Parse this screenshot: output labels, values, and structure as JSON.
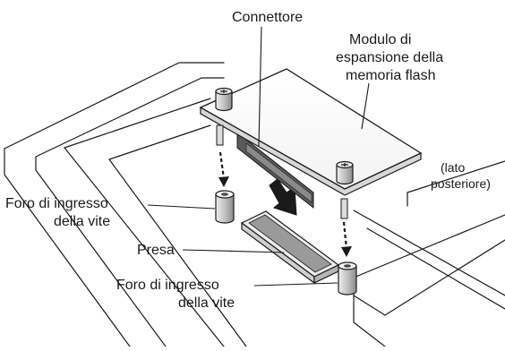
{
  "labels": {
    "connector": "Connettore",
    "module_line1": "Modulo di",
    "module_line2": "espansione della",
    "module_line3": "memoria flash",
    "rear_line1": "(lato",
    "rear_line2": "posteriore)",
    "hole_top_line1": "Foro di ingresso",
    "hole_top_line2": "della vite",
    "socket": "Presa",
    "hole_bottom_line1": "Foro di ingresso",
    "hole_bottom_line2": "della vite"
  },
  "colors": {
    "line": "#1a1a1a",
    "module_top": "#ffffff",
    "arrow": "#1a1a1a",
    "connector_fill": "#5a5a5a",
    "socket_fill": "#9a9a9a"
  },
  "icons": {
    "insert_arrow": "down-arrow-icon"
  }
}
